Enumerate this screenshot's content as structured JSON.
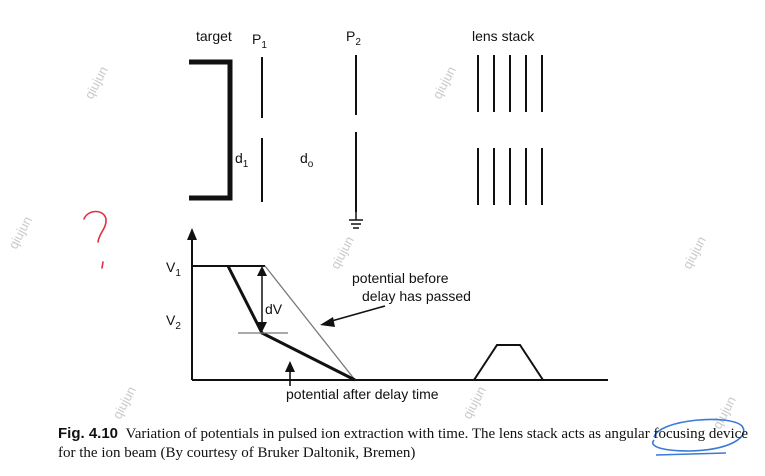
{
  "figure": {
    "labels": {
      "target": "target",
      "p1": "P",
      "p1_sub": "1",
      "p2": "P",
      "p2_sub": "2",
      "lens_stack": "lens stack",
      "d1": "d",
      "d1_sub": "1",
      "d0": "d",
      "d0_sub": "o",
      "v1": "V",
      "v1_sub": "1",
      "v2": "V",
      "v2_sub": "2",
      "dv": "dV",
      "potential_before": "potential before",
      "delay_passed": "delay has passed",
      "potential_after": "potential after delay time"
    },
    "watermarks": [
      "qiujun",
      "qiujun",
      "qiujun",
      "qiujun",
      "qiujun",
      "qiujun",
      "qiujun",
      "qiujun"
    ],
    "annotation_mark": "?",
    "colors": {
      "ink": "#111111",
      "annotation_red": "#e0303c",
      "annotation_blue": "#3a7ad8",
      "watermark": "#c9c9c9"
    }
  },
  "caption": {
    "label": "Fig. 4.10",
    "text": "Variation of potentials in pulsed ion extraction with time. The lens stack acts as angular focusing device for the ion beam (By courtesy of Bruker Daltonik, Bremen)"
  }
}
